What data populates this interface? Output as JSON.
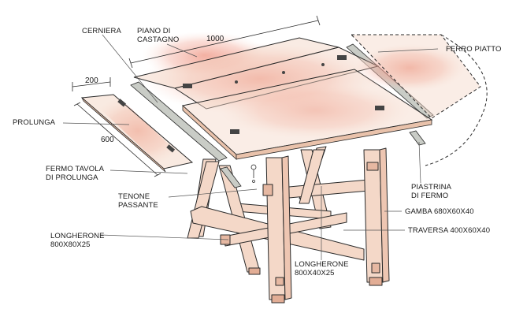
{
  "labels": {
    "cerniera": "CERNIERA",
    "piano": [
      "PIANO DI",
      "CASTAGNO"
    ],
    "ferro_piatto": "FERRO PIATTO",
    "prolunga": "PROLUNGA",
    "fermo_tavola": [
      "FERMO TAVOLA",
      "DI PROLUNGA"
    ],
    "tenone": [
      "TENONE",
      "PASSANTE"
    ],
    "piastrina": [
      "PIASTRINA",
      "DI FERMO"
    ],
    "gamba": "GAMBA 680X60X40",
    "traversa": "TRAVERSA 400X60X40",
    "longherone_1": [
      "LONGHERONE",
      "800X80X25"
    ],
    "longherone_2": [
      "LONGHERONE",
      "800X40X25"
    ]
  },
  "dimensions": {
    "length": "1000",
    "extension_width": "200",
    "extension_length": "600"
  },
  "colors": {
    "wood": "#f4d8c8",
    "wood_glow": "#ee8f7c",
    "wood_edge": "#e9c2ab",
    "outline": "#2a2a2a",
    "metal": "#c9ccc6",
    "leader": "#555555"
  }
}
